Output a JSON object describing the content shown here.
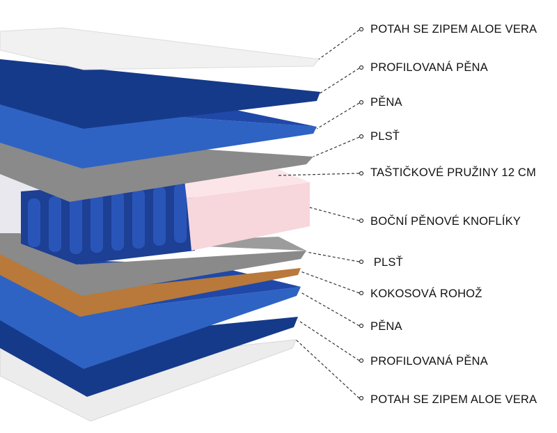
{
  "colors": {
    "cover": "#f1f1f1",
    "blue_top": "#1f48a8",
    "blue_front": "#2e63c4",
    "blue_dark": "#163a8a",
    "felt": "#8a8a8a",
    "coconut": "#b9793a",
    "pink": "#f7d6dc",
    "leader": "#333333"
  },
  "labels": [
    {
      "id": "top-cover",
      "text": "POTAH SE ZIPEM ALOE VERA"
    },
    {
      "id": "top-profiled-foam",
      "text": "PROFILOVANÁ PĚNA"
    },
    {
      "id": "top-foam",
      "text": "PĚNA"
    },
    {
      "id": "top-felt",
      "text": "PLSŤ"
    },
    {
      "id": "pocket-springs",
      "text": "TAŠTIČKOVÉ PRUŽINY 12 CM"
    },
    {
      "id": "side-foam",
      "text": "BOČNÍ PĚNOVÉ KNOFLÍKY"
    },
    {
      "id": "bottom-felt",
      "text": " PLSŤ"
    },
    {
      "id": "coconut-mat",
      "text": "KOKOSOVÁ ROHOŽ"
    },
    {
      "id": "bottom-foam",
      "text": "PĚNA"
    },
    {
      "id": "bottom-profiled-foam",
      "text": "PROFILOVANÁ PĚNA"
    },
    {
      "id": "bottom-cover",
      "text": "POTAH SE ZIPEM ALOE VERA"
    }
  ]
}
